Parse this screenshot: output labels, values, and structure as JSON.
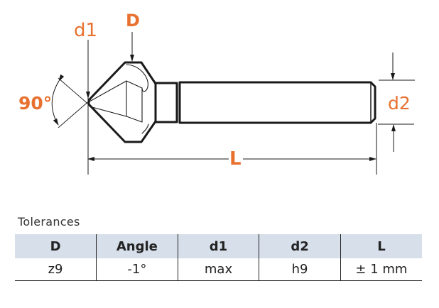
{
  "diagram": {
    "subject": "countersink drill bit technical drawing",
    "labels": {
      "d1": "d1",
      "D": "D",
      "angle": "90°",
      "d2": "d2",
      "L": "L"
    },
    "colors": {
      "label": "#e8712f",
      "line": "#1a1a1a",
      "table_header_bg": "#d6dfea"
    }
  },
  "tolerances": {
    "title": "Tolerances",
    "columns": [
      "D",
      "Angle",
      "d1",
      "d2",
      "L"
    ],
    "rows": [
      [
        "z9",
        "-1°",
        "max",
        "h9",
        "± 1 mm"
      ]
    ]
  }
}
